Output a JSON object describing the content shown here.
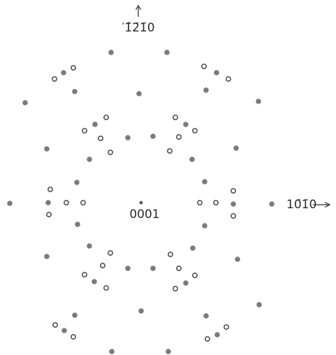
{
  "labels": {
    "center": "0001",
    "vertical_axis": "′1̃2̄1̄0",
    "horizontal_axis": "10̄1̄0"
  },
  "arrows": {
    "up": "↑",
    "right": "→"
  },
  "colors": {
    "filled_spot": "#7b7b7b",
    "open_spot_stroke": "#3a3a3a",
    "text": "#2a2a2a"
  }
}
